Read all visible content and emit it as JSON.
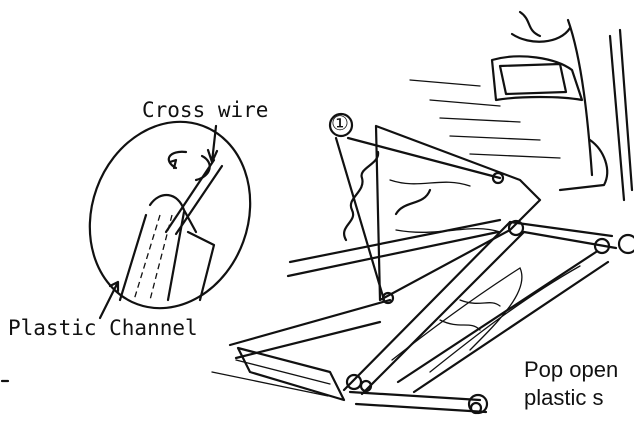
{
  "diagram": {
    "labels": {
      "cross_wire": "Cross wire",
      "plastic_channel": "Plastic Channel",
      "callout_number": "①",
      "pop_open_line1": "Pop open",
      "pop_open_line2": "plastic s"
    },
    "icons": [
      "rotation-arrow-icon",
      "callout-circle-icon"
    ]
  }
}
